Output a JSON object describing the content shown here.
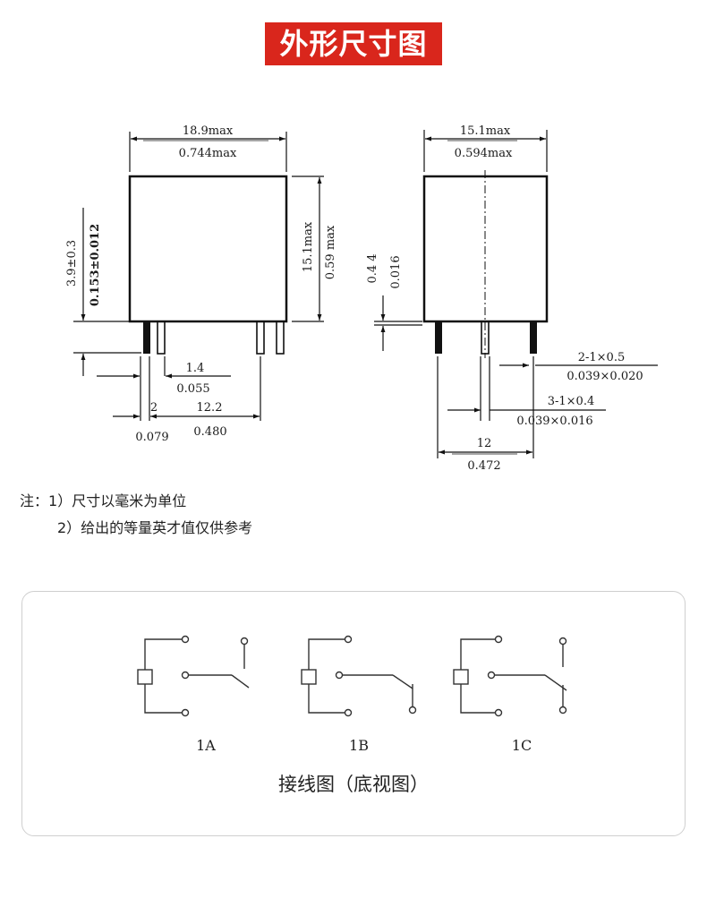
{
  "title": "外形尺寸图",
  "front_view": {
    "width_mm": "18.9max",
    "width_in": "0.744max",
    "height_mm": "15.1max",
    "height_in": "0.59 max",
    "standoff_mm": "3.9±0.3",
    "standoff_in": "0.153±0.012",
    "pin_pitch_small_mm": "1.4",
    "pin_pitch_small_in": "0.055",
    "pin_offset_mm": "2",
    "pin_offset_in": "0.079",
    "pin_span_mm": "12.2",
    "pin_span_in": "0.480"
  },
  "side_view": {
    "width_mm": "15.1max",
    "width_in": "0.594max",
    "base_mm": "0.4 4",
    "base_in": "0.016",
    "pin_a_mm": "2-1×0.5",
    "pin_a_in": "0.039×0.020",
    "pin_b_mm": "3-1×0.4",
    "pin_b_in": "0.039×0.016",
    "pin_span_mm": "12",
    "pin_span_in": "0.472"
  },
  "notes": {
    "prefix": "注：",
    "line1": "1）尺寸以毫米为单位",
    "line2": "2）给出的等量英才值仅供参考"
  },
  "wiring": {
    "labels": [
      "1A",
      "1B",
      "1C"
    ],
    "caption": "接线图（底视图）"
  }
}
